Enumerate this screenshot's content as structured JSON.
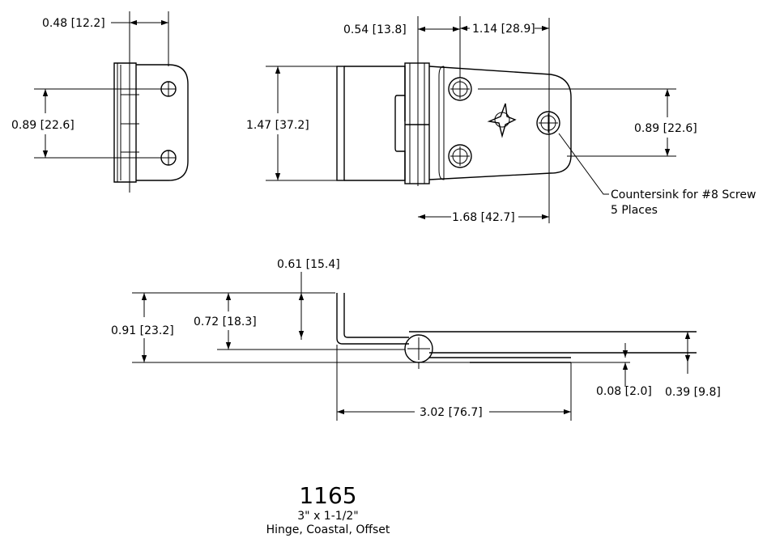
{
  "dimensions": {
    "left_width": "0.48 [12.2]",
    "left_hole_spacing": "0.89 [22.6]",
    "offset_top": "0.54 [13.8]",
    "hole_pitch_top": "1.14 [28.9]",
    "height_center": "1.47 [37.2]",
    "right_hole_spacing": "0.89 [22.6]",
    "leaf_length": "1.68 [42.7]",
    "side_leg": "0.61 [15.4]",
    "side_offset": "0.72 [18.3]",
    "side_total": "0.91 [23.2]",
    "side_thickness": "0.08 [2.0]",
    "side_knuckle": "0.39 [9.8]",
    "side_length": "3.02 [76.7]"
  },
  "callout": {
    "line1": "Countersink for #8 Screw",
    "line2": "5 Places"
  },
  "title": {
    "part_number": "1165",
    "size": "3\" x 1-1/2\"",
    "description": "Hinge, Coastal, Offset"
  },
  "colors": {
    "line": "#000000",
    "background": "#ffffff"
  }
}
